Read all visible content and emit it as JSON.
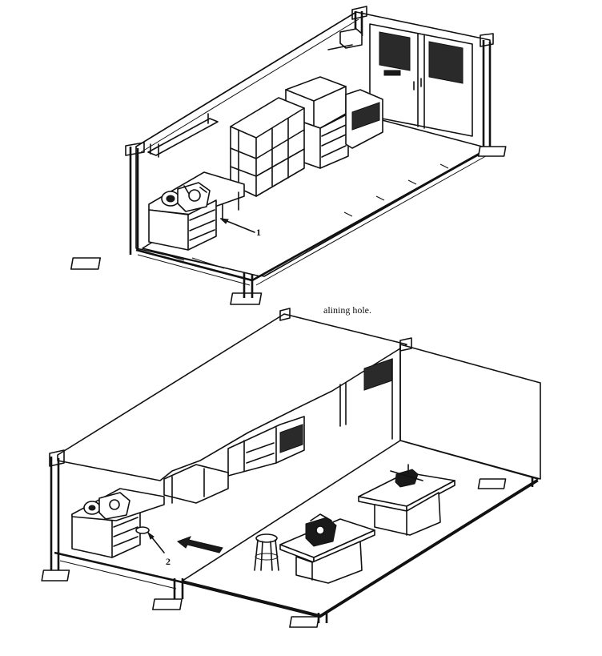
{
  "caption": "alining hole.",
  "callouts": [
    "1",
    "2"
  ]
}
